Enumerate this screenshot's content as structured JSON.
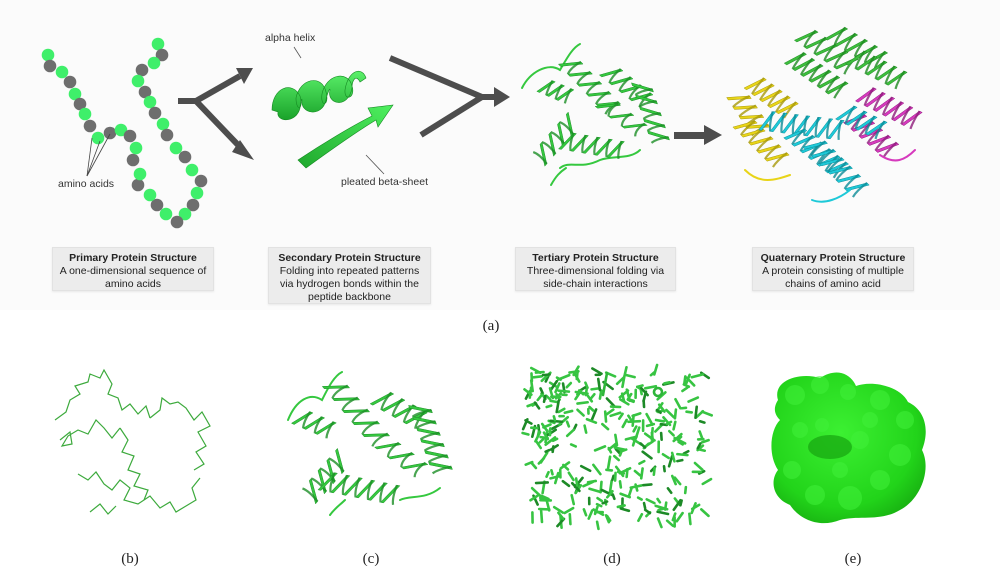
{
  "figure": {
    "panel_a": {
      "label": "(a)",
      "stages": [
        {
          "id": "primary",
          "title": "Primary Protein Structure",
          "description": "A one-dimensional sequence of amino acids",
          "desc_lines": [
            "A one-dimensional sequence of",
            "amino acids"
          ]
        },
        {
          "id": "secondary",
          "title": "Secondary Protein Structure",
          "description": "Folding into repeated patterns via hydrogen bonds within the peptide backbone",
          "desc_lines": [
            "Folding into repeated patterns",
            "via hydrogen bonds within the",
            "peptide backbone"
          ]
        },
        {
          "id": "tertiary",
          "title": "Tertiary Protein Structure",
          "description": "Three-dimensional folding via side-chain interactions",
          "desc_lines": [
            "Three-dimensional folding via",
            "side-chain interactions"
          ]
        },
        {
          "id": "quaternary",
          "title": "Quaternary Protein Structure",
          "description": "A protein consisting of multiple chains of amino acid",
          "desc_lines": [
            "A protein consisting of multiple",
            "chains of amino acid"
          ]
        }
      ],
      "annotations": {
        "amino_acids": "amino acids",
        "alpha_helix": "alpha helix",
        "beta_sheet": "pleated beta-sheet"
      }
    },
    "panel_b": {
      "label": "(b)",
      "representation": "c-alpha trace (lines)"
    },
    "panel_c": {
      "label": "(c)",
      "representation": "cartoon"
    },
    "panel_d": {
      "label": "(d)",
      "representation": "sticks"
    },
    "panel_e": {
      "label": "(e)",
      "representation": "surface"
    }
  },
  "colors": {
    "bead_green": "#3fef6a",
    "bead_gray": "#6e6e6e",
    "arrow_gray": "#4d4d4d",
    "protein_green": "#2fc43a",
    "protein_green_dark": "#1e9a28",
    "surface_green": "#22d41a",
    "chain_yellow": "#e6d21a",
    "chain_cyan": "#18c6d6",
    "chain_magenta": "#cc2fb8",
    "chain_green": "#35b83a",
    "caption_bg": "#ececec"
  }
}
